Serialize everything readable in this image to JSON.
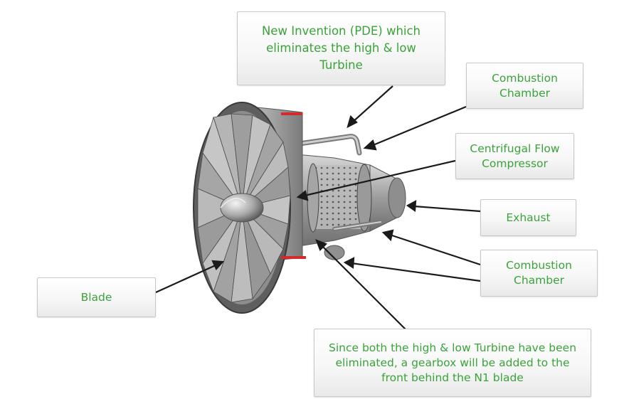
{
  "labels": {
    "pde": "New Invention (PDE) which\neliminates the high & low\nTurbine",
    "combustion_top": "Combustion\nChamber",
    "compressor": "Centrifugal Flow\nCompressor",
    "exhaust": "Exhaust",
    "combustion_bottom": "Combustion\nChamber",
    "blade": "Blade",
    "gearbox_note": "Since both the high & low Turbine  have been\neliminated, a gearbox  will be added to the\nfront behind the N1 blade"
  },
  "colors": {
    "label_text": "#3aa33a",
    "arrow": "#1a1a1a",
    "fan_cut": "#d42a2a"
  },
  "icons": {
    "engine": "jet-engine-cutaway-illustration",
    "arrow_head": "arrowhead-icon"
  }
}
